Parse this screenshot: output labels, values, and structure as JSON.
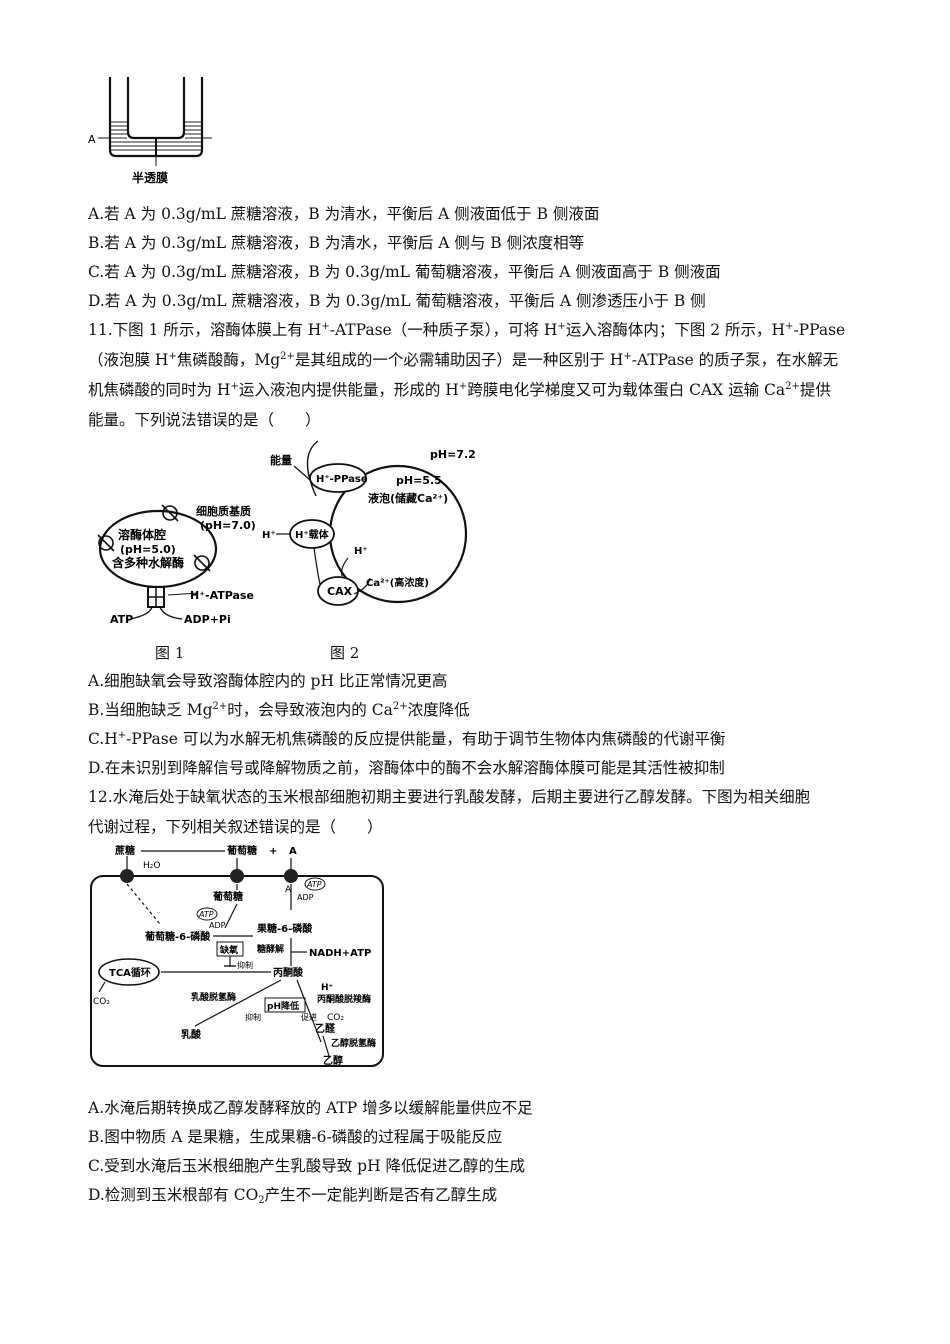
{
  "fig10": {
    "label_a": "A",
    "label_membrane": "半透膜"
  },
  "q10": {
    "opt_a": "A.若 A 为 0.3g/mL 蔗糖溶液，B 为清水，平衡后 A 侧液面低于 B 侧液面",
    "opt_b": "B.若 A 为 0.3g/mL 蔗糖溶液，B 为清水，平衡后 A 侧与 B 侧浓度相等",
    "opt_c": "C.若 A 为 0.3g/mL 蔗糖溶液，B 为 0.3g/mL 葡萄糖溶液，平衡后 A 侧液面高于 B 侧液面",
    "opt_d": "D.若 A 为 0.3g/mL 蔗糖溶液，B 为 0.3g/mL 葡萄糖溶液，平衡后 A 侧渗透压小于 B 侧"
  },
  "q11": {
    "stem1_a": "11.下图 1 所示，溶酶体膜上有 H",
    "stem1_b": "-ATPase（一种质子泵），可将 H",
    "stem1_c": "运入溶酶体内；下图 2 所示，H",
    "stem1_d": "-PPase",
    "stem2_a": "（液泡膜 H",
    "stem2_b": "焦磷酸酶，Mg",
    "stem2_c": "是其组成的一个必需辅助因子）是一种区别于 H",
    "stem2_d": "-ATPase 的质子泵，在水解无",
    "stem3_a": "机焦磷酸的同时为 H",
    "stem3_b": "运入液泡内提供能量，形成的 H",
    "stem3_c": "跨膜电化学梯度又可为载体蛋白 CAX 运输 Ca",
    "stem3_d": "提供",
    "stem4": "能量。下列说法错误的是（　　）",
    "sup_plus": "+",
    "sup_2plus": "2+",
    "fig1": {
      "lumen": "溶酶体腔",
      "ph_in": "(pH=5.0)",
      "enzymes": "含多种水解酶",
      "matrix": "细胞质基质",
      "ph_out": "(pH=7.0)",
      "pump": "H⁺-ATPase",
      "atp": "ATP",
      "adp": "ADP+Pi",
      "caption": "图 1"
    },
    "fig2": {
      "energy": "能量",
      "pp": "H⁺-PPase",
      "ph_out": "pH=7.2",
      "ph_in": "pH=5.5",
      "vacuole": "液泡(储藏Ca²⁺)",
      "h": "H⁺",
      "carrier": "H⁺载体",
      "h2": "H⁺",
      "cax": "CAX",
      "ca": "Ca²⁺(高浓度)",
      "caption": "图 2"
    },
    "opt_a": "A.细胞缺氧会导致溶酶体腔内的 pH 比正常情况更高",
    "opt_b_1": "B.当细胞缺乏 Mg",
    "opt_b_2": "时，会导致液泡内的 Ca",
    "opt_b_3": "浓度降低",
    "opt_c_1": "C.H",
    "opt_c_2": "-PPase 可以为水解无机焦磷酸的反应提供能量，有助于调节生物体内焦磷酸的代谢平衡",
    "opt_d": "D.在未识别到降解信号或降解物质之前，溶酶体中的酶不会水解溶酶体膜可能是其活性被抑制"
  },
  "q12": {
    "stem1": "12.水淹后处于缺氧状态的玉米根部细胞初期主要进行乳酸发酵，后期主要进行乙醇发酵。下图为相关细胞",
    "stem2": "代谢过程，下列相关叙述错误的是（　　）",
    "fig": {
      "sucrose": "蔗糖",
      "h2o": "H₂O",
      "glucose": "葡萄糖",
      "plus": "+",
      "a": "A",
      "glucose_in": "葡萄糖",
      "atp": "ATP",
      "adp": "ADP",
      "atp2": "ATP",
      "adp2": "ADP",
      "a2": "A",
      "g6p": "葡萄糖-6-磷酸",
      "f6p": "果糖-6-磷酸",
      "hypoxia": "缺氧",
      "inhibit": "抑制",
      "glycolysis": "糖酵解",
      "nadh": "NADH+ATP",
      "tca": "TCA循环",
      "co2": "CO₂",
      "pyruvate": "丙酮酸",
      "ldh": "乳酸脱氢酶",
      "ph_low": "pH降低",
      "inhibit2": "抑制",
      "promote": "促进",
      "h": "H⁺",
      "pdc": "丙酮酸脱羧酶",
      "co2b": "CO₂",
      "acetaldehyde": "乙醛",
      "adh": "乙醇脱氢酶",
      "lactate": "乳酸",
      "ethanol": "乙醇"
    },
    "opt_a": "A.水淹后期转换成乙醇发酵释放的 ATP 增多以缓解能量供应不足",
    "opt_b": "B.图中物质 A 是果糖，生成果糖-6-磷酸的过程属于吸能反应",
    "opt_c": "C.受到水淹后玉米根细胞产生乳酸导致 pH 降低促进乙醇的生成",
    "opt_d_1": "D.检测到玉米根部有 CO",
    "opt_d_sub": "2",
    "opt_d_2": "产生不一定能判断是否有乙醇生成"
  }
}
